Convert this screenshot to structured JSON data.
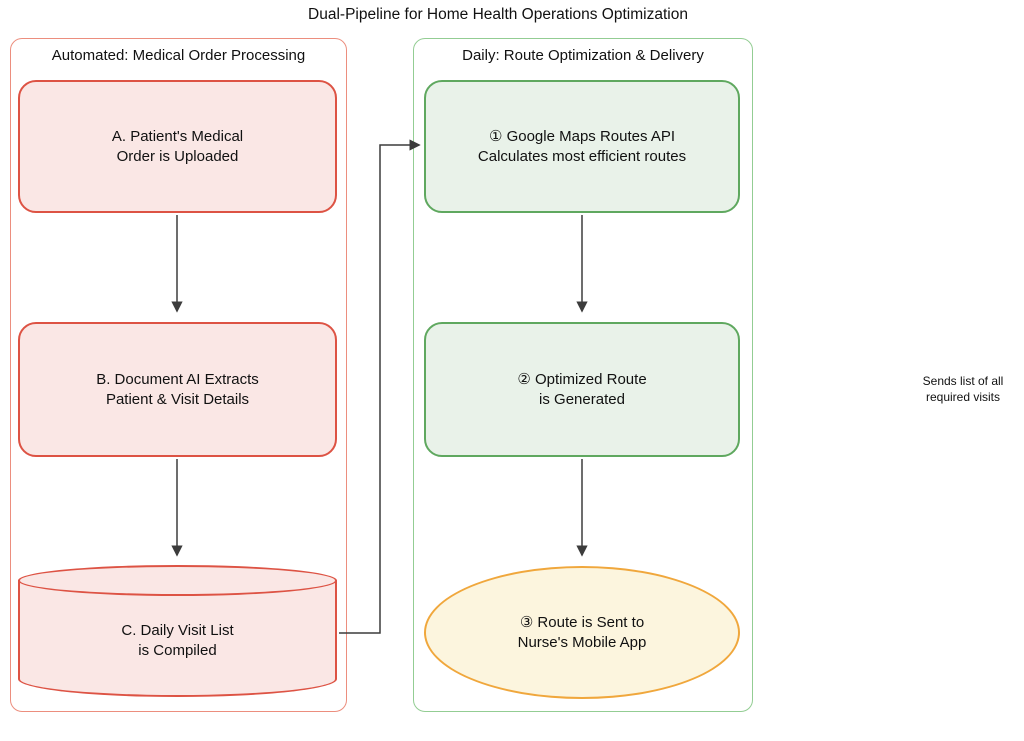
{
  "title": "Dual-Pipeline for Home Health Operations Optimization",
  "pipelines": {
    "left": {
      "label": "Automated: Medical Order Processing",
      "nodes": {
        "a": "A. Patient's Medical\nOrder is Uploaded",
        "b": "B. Document AI Extracts\nPatient & Visit Details",
        "c": "C. Daily Visit List\nis Compiled"
      }
    },
    "right": {
      "label": "Daily: Route Optimization & Delivery",
      "nodes": {
        "n1": "① Google Maps Routes API\nCalculates most efficient routes",
        "n2": "② Optimized Route\nis Generated",
        "n3": "③ Route is Sent to\nNurse's Mobile App"
      }
    }
  },
  "edge_label": "Sends list of all\nrequired visits",
  "colors": {
    "red_node_border": "#DD5344",
    "red_node_fill": "#FAE7E5",
    "red_container_border": "#EC8E7E",
    "green_node_border": "#5FA85F",
    "green_node_fill": "#E9F2E9",
    "green_container_border": "#93CD93",
    "yellow_node_border": "#F0A73C",
    "yellow_node_fill": "#FCF5DE",
    "arrow": "#3C3C3C",
    "text": "#111111"
  }
}
